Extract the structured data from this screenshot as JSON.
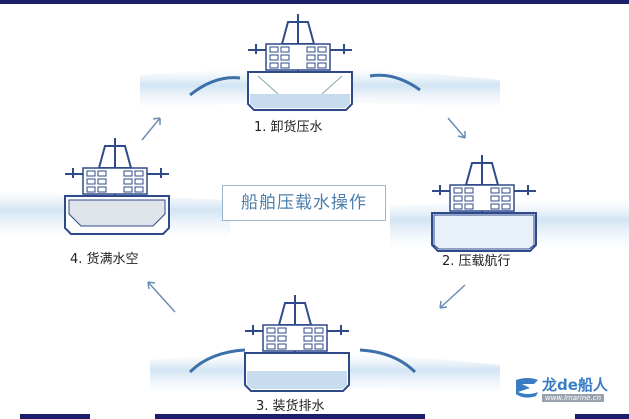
{
  "title": "船舶压载水操作",
  "steps": [
    {
      "label": "1. 卸货压水"
    },
    {
      "label": "2. 压载航行"
    },
    {
      "label": "3. 装货排水"
    },
    {
      "label": "4. 货满水空"
    }
  ],
  "logo": {
    "name": "龙de船人",
    "url": "www.lmarine.cn"
  },
  "colors": {
    "ship_line": "#2f4a8a",
    "water": "#d6e6f4",
    "arrow": "#6b8fb3",
    "title": "#4c7fae",
    "bar": "#1b1f6b"
  }
}
